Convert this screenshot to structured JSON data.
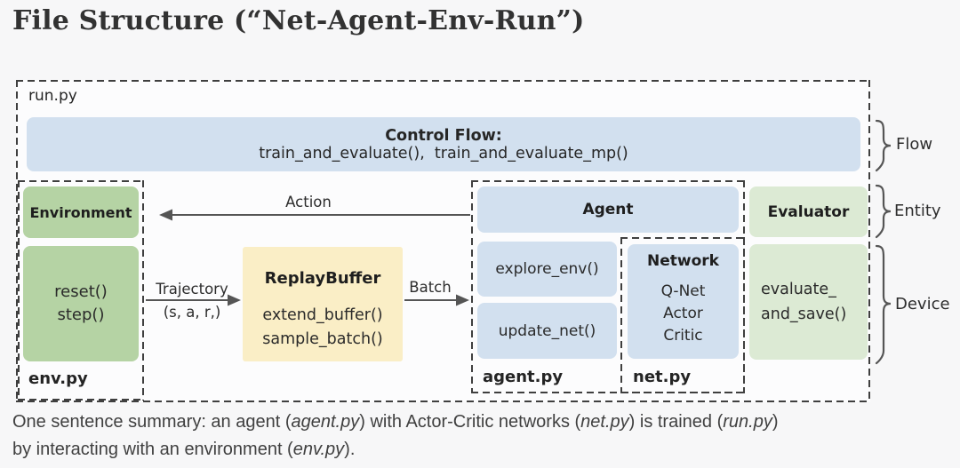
{
  "page": {
    "title": "File Structure (“Net-Agent-Env-Run”)",
    "summary_line1": [
      {
        "t": "One sentence summary: an agent ("
      },
      {
        "t": "agent.py",
        "i": true
      },
      {
        "t": ") with Actor-Critic networks ("
      },
      {
        "t": "net.py",
        "i": true
      },
      {
        "t": ") is trained ("
      },
      {
        "t": "run.py",
        "i": true
      },
      {
        "t": ")"
      }
    ],
    "summary_line2": [
      {
        "t": "by interacting with an environment ("
      },
      {
        "t": "env.py",
        "i": true
      },
      {
        "t": ")."
      }
    ]
  },
  "diagram": {
    "outer_file_label": "run.py",
    "control_flow": {
      "title": "Control Flow:",
      "functions": "train_and_evaluate(),  train_and_evaluate_mp()"
    },
    "environment": {
      "title": "Environment",
      "methods": [
        "reset()",
        "step()"
      ],
      "file_label": "env.py"
    },
    "replay_buffer": {
      "title": "ReplayBuffer",
      "methods": [
        "extend_buffer()",
        "sample_batch()"
      ]
    },
    "agent": {
      "title": "Agent",
      "methods": [
        "explore_env()",
        "update_net()"
      ],
      "file_label": "agent.py"
    },
    "network": {
      "title": "Network",
      "items": [
        "Q-Net",
        "Actor",
        "Critic"
      ],
      "file_label": "net.py"
    },
    "evaluator": {
      "title": "Evaluator",
      "methods": [
        "evaluate_",
        "and_save()"
      ]
    },
    "arrows": {
      "action": "Action",
      "trajectory": "Trajectory",
      "trajectory_sub": "(s, a, r,)",
      "batch": "Batch"
    },
    "braces": {
      "flow": "Flow",
      "entity": "Entity",
      "device": "Device"
    },
    "colors": {
      "blue": "#d2e0ef",
      "green": "#b5d3a4",
      "pale_green": "#dcead4",
      "yellow": "#faeec6",
      "dash": "#3f3f3f",
      "arrow": "#555555"
    }
  }
}
